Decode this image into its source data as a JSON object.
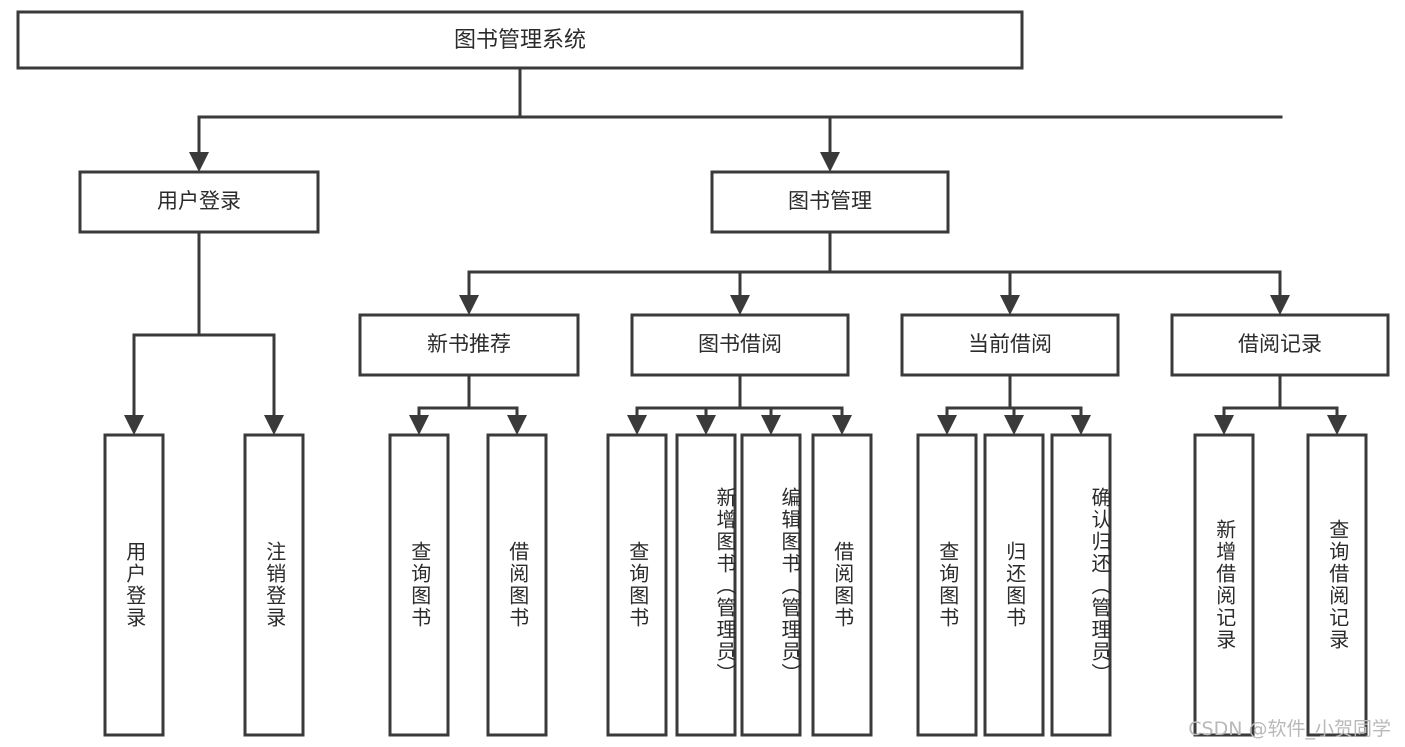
{
  "diagram": {
    "title": "图书管理系统",
    "type": "tree",
    "orientation": "top-down",
    "watermark": "CSDN @软件_小贺同学",
    "colors": {
      "stroke": "#3a3a3a",
      "box_fill": "#ffffff",
      "text": "#2b2b2b",
      "background": "#ffffff",
      "watermark": "#b9b9b9"
    },
    "nodes": {
      "root": {
        "label": "图书管理系统"
      },
      "level2": [
        {
          "id": "user-login",
          "label": "用户登录"
        },
        {
          "id": "book-manage",
          "label": "图书管理"
        }
      ],
      "level3": [
        {
          "id": "new-book-recommend",
          "label": "新书推荐"
        },
        {
          "id": "book-borrow",
          "label": "图书借阅"
        },
        {
          "id": "current-borrow",
          "label": "当前借阅"
        },
        {
          "id": "borrow-record",
          "label": "借阅记录"
        }
      ],
      "leaves": {
        "user_login": [
          {
            "id": "leaf-user-login",
            "label": "用户登录"
          },
          {
            "id": "leaf-logout-login",
            "label": "注销登录"
          }
        ],
        "new_book_recommend": [
          {
            "id": "leaf-query-book-1",
            "label": "查询图书"
          },
          {
            "id": "leaf-borrow-book-1",
            "label": "借阅图书"
          }
        ],
        "book_borrow": [
          {
            "id": "leaf-query-book-2",
            "label": "查询图书"
          },
          {
            "id": "leaf-add-book",
            "label": "新增图书（管理员）"
          },
          {
            "id": "leaf-edit-book",
            "label": "编辑图书（管理员）"
          },
          {
            "id": "leaf-borrow-book-2",
            "label": "借阅图书"
          }
        ],
        "current_borrow": [
          {
            "id": "leaf-query-book-3",
            "label": "查询图书"
          },
          {
            "id": "leaf-return-book",
            "label": "归还图书"
          },
          {
            "id": "leaf-confirm-return",
            "label": "确认归还（管理员）"
          }
        ],
        "borrow_record": [
          {
            "id": "leaf-add-record",
            "label": "新增借阅记录"
          },
          {
            "id": "leaf-query-record",
            "label": "查询借阅记录"
          }
        ]
      }
    }
  }
}
